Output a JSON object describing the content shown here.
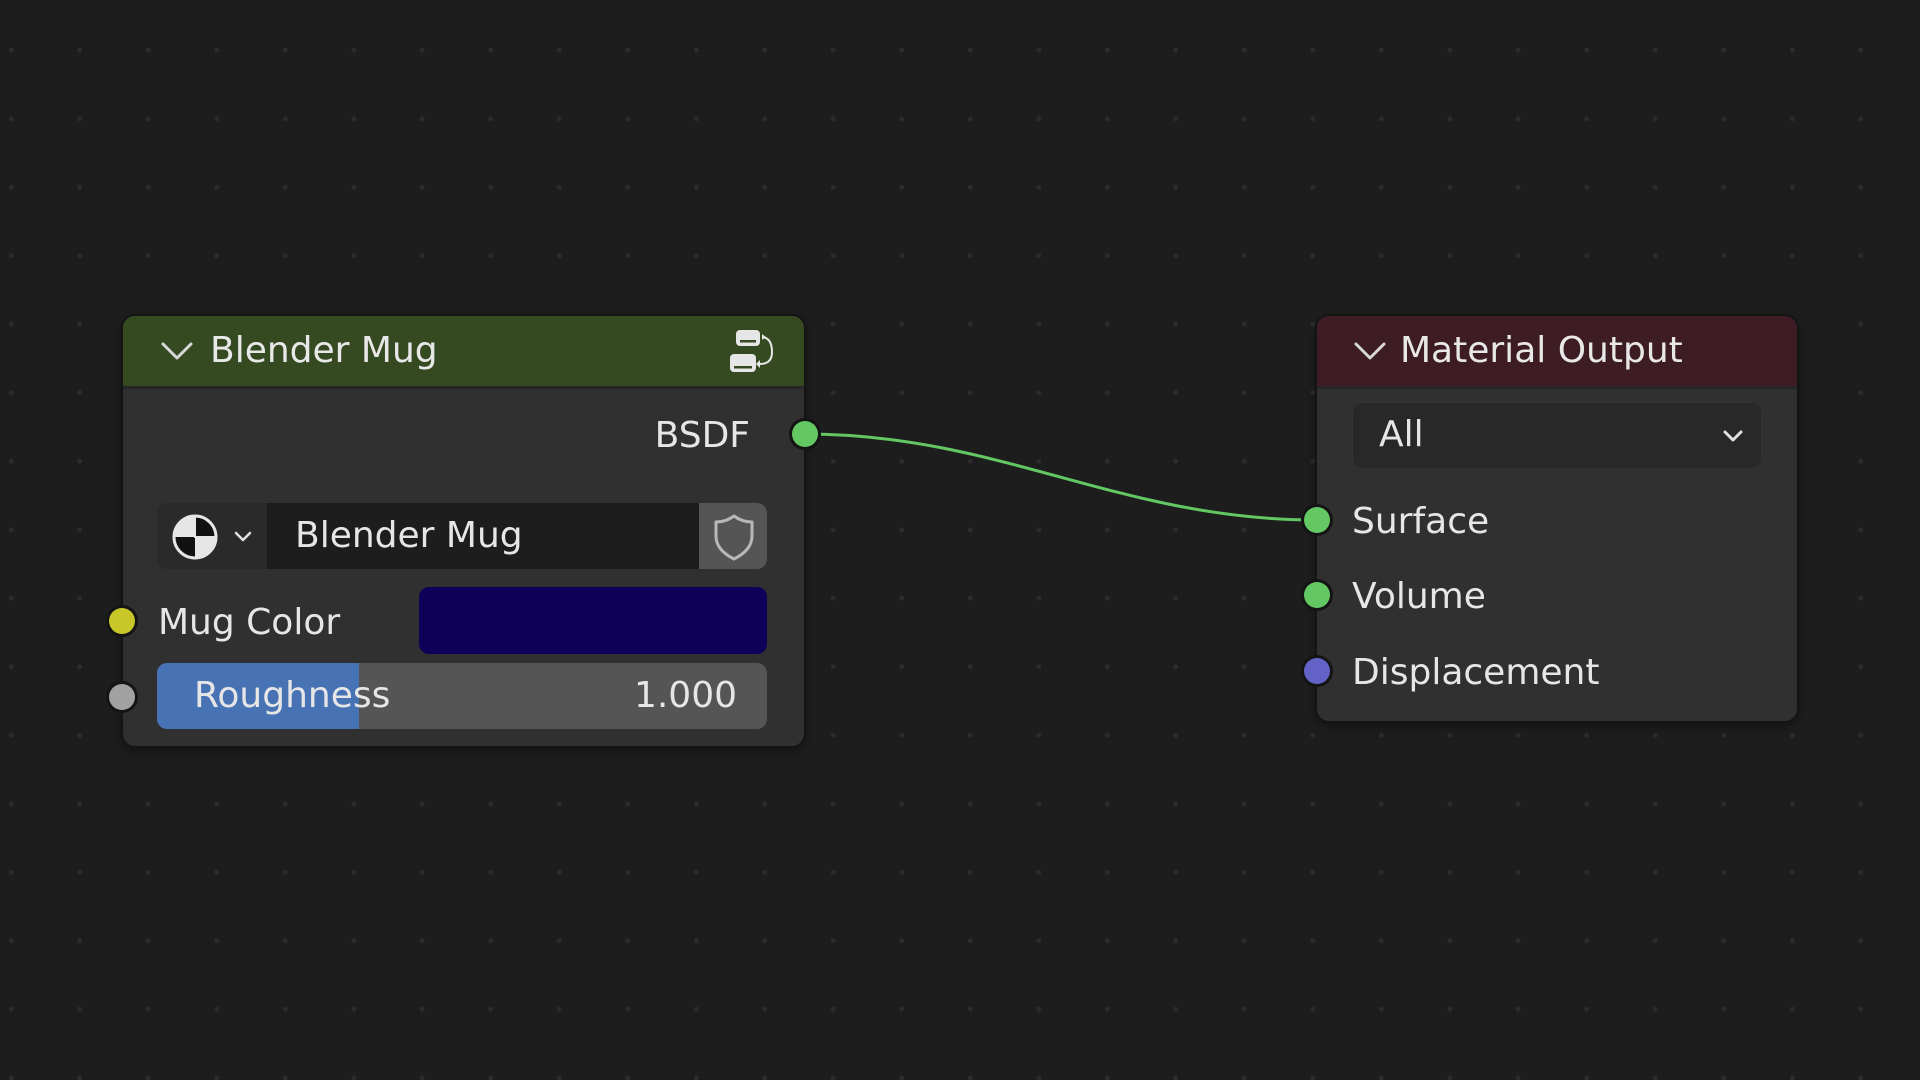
{
  "editor": "Shader Editor node canvas",
  "colors": {
    "background": "#1d1d1d",
    "grid_dot": "#2c2c2c",
    "node_body": "#303030",
    "group_header": "#364a22",
    "output_header": "#3d1c24",
    "socket_shader": "#63c763",
    "socket_color": "#c7c729",
    "socket_float": "#a1a1a1",
    "socket_vector": "#6363c7",
    "link": "#63c763",
    "slider_fill": "#4772b3",
    "slider_bg": "#555555"
  },
  "group_node": {
    "title": "Blender Mug",
    "header_icon": "node-tree-icon",
    "outputs": [
      {
        "label": "BSDF",
        "socket_type": "shader"
      }
    ],
    "datablock": {
      "icon": "material-icon",
      "name": "Blender Mug",
      "fake_user_icon": "shield-icon"
    },
    "inputs": [
      {
        "label": "Mug Color",
        "socket_type": "color",
        "value": "#0e0059"
      },
      {
        "label": "Roughness",
        "socket_type": "float",
        "value": "1.000",
        "fill_fraction": 0.33
      }
    ]
  },
  "output_node": {
    "title": "Material Output",
    "target": {
      "selected": "All"
    },
    "inputs": [
      {
        "label": "Surface",
        "socket_type": "shader",
        "linked": true
      },
      {
        "label": "Volume",
        "socket_type": "shader",
        "linked": false
      },
      {
        "label": "Displacement",
        "socket_type": "vector",
        "linked": false
      }
    ]
  },
  "links": [
    {
      "from": "Blender Mug.BSDF",
      "to": "Material Output.Surface"
    }
  ]
}
